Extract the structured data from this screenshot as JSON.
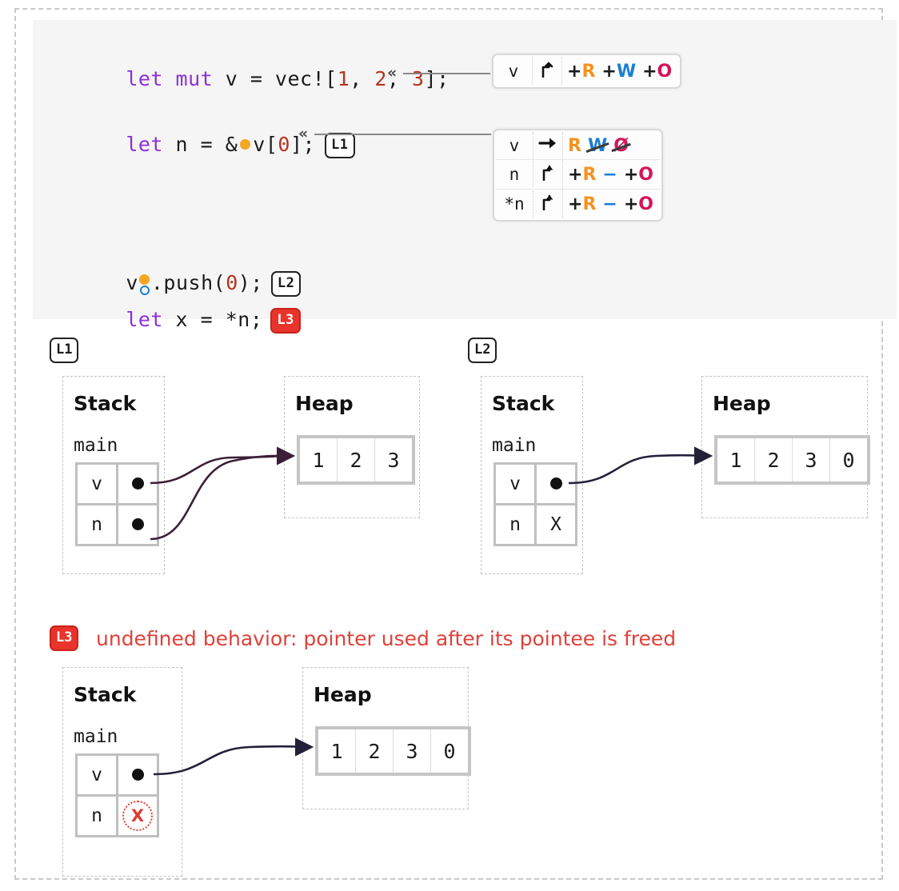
{
  "code": {
    "lines": [
      {
        "id": "line1",
        "segments": [
          {
            "t": "let mut",
            "c": "kw"
          },
          {
            "t": " v = vec![",
            "c": "plain"
          },
          {
            "t": "1",
            "c": "num"
          },
          {
            "t": ", ",
            "c": "plain"
          },
          {
            "t": "2",
            "c": "num"
          },
          {
            "t": ", ",
            "c": "plain"
          },
          {
            "t": "3",
            "c": "num"
          },
          {
            "t": "];",
            "c": "plain"
          }
        ]
      },
      {
        "id": "line2",
        "segments": [
          {
            "t": "let",
            "c": "kw"
          },
          {
            "t": " n = &",
            "c": "plain"
          },
          {
            "t": "DOT_ORANGE",
            "c": "marker"
          },
          {
            "t": "v[",
            "c": "plain"
          },
          {
            "t": "0",
            "c": "num"
          },
          {
            "t": "];",
            "c": "plain"
          }
        ],
        "badge": "L1"
      },
      {
        "id": "line3",
        "segments": [
          {
            "t": "v",
            "c": "plain"
          },
          {
            "t": "DOT_STACK",
            "c": "marker"
          },
          {
            "t": ".push(",
            "c": "plain"
          },
          {
            "t": "0",
            "c": "num"
          },
          {
            "t": ");",
            "c": "plain"
          }
        ],
        "badge": "L2"
      },
      {
        "id": "line4",
        "segments": [
          {
            "t": "let",
            "c": "kw"
          },
          {
            "t": " x = *n;",
            "c": "plain"
          }
        ],
        "badge": "L3"
      }
    ]
  },
  "permission_tables": [
    {
      "id": "table-line1",
      "rows": [
        {
          "name": "v",
          "arrow": "gain-arrow",
          "perms": [
            {
              "sign": "+",
              "letter": "R",
              "color": "#f5921e",
              "struck": false
            },
            {
              "sign": "+",
              "letter": "W",
              "color": "#1a7fd4",
              "struck": false
            },
            {
              "sign": "+",
              "letter": "O",
              "color": "#d4145a",
              "struck": false
            }
          ]
        }
      ]
    },
    {
      "id": "table-line2",
      "rows": [
        {
          "name": "v",
          "arrow": "right-arrow",
          "perms": [
            {
              "sign": "",
              "letter": "R",
              "color": "#f5921e",
              "struck": false
            },
            {
              "sign": "",
              "letter": "W",
              "color": "#1a7fd4",
              "struck": true
            },
            {
              "sign": "",
              "letter": "Ø",
              "color": "#d4145a",
              "struck": true
            }
          ]
        },
        {
          "name": "n",
          "arrow": "gain-arrow",
          "perms": [
            {
              "sign": "+",
              "letter": "R",
              "color": "#f5921e",
              "struck": false
            },
            {
              "sign": "",
              "letter": "−",
              "color": "#1a7fd4",
              "struck": false
            },
            {
              "sign": "+",
              "letter": "O",
              "color": "#d4145a",
              "struck": false
            }
          ]
        },
        {
          "name": "*n",
          "arrow": "gain-arrow",
          "perms": [
            {
              "sign": "+",
              "letter": "R",
              "color": "#f5921e",
              "struck": false
            },
            {
              "sign": "",
              "letter": "−",
              "color": "#1a7fd4",
              "struck": false
            },
            {
              "sign": "+",
              "letter": "O",
              "color": "#d4145a",
              "struck": false
            }
          ]
        }
      ]
    }
  ],
  "diagrams": [
    {
      "label": "L1",
      "stack_title": "Stack",
      "heap_title": "Heap",
      "frame_name": "main",
      "stack_rows": [
        {
          "name": "v",
          "value": "pointer"
        },
        {
          "name": "n",
          "value": "pointer"
        }
      ],
      "heap_cells": [
        "1",
        "2",
        "3"
      ]
    },
    {
      "label": "L2",
      "stack_title": "Stack",
      "heap_title": "Heap",
      "frame_name": "main",
      "stack_rows": [
        {
          "name": "v",
          "value": "pointer"
        },
        {
          "name": "n",
          "value": "X"
        }
      ],
      "heap_cells": [
        "1",
        "2",
        "3",
        "0"
      ]
    },
    {
      "label": "L3",
      "stack_title": "Stack",
      "heap_title": "Heap",
      "frame_name": "main",
      "stack_rows": [
        {
          "name": "v",
          "value": "pointer"
        },
        {
          "name": "n",
          "value": "invalid-X"
        }
      ],
      "heap_cells": [
        "1",
        "2",
        "3",
        "0"
      ],
      "error": "undefined behavior: pointer used after its pointee is freed"
    }
  ],
  "colors": {
    "keyword": "#8b2fd8",
    "number": "#b5341f",
    "read": "#f5921e",
    "write": "#1a7fd4",
    "own": "#d4145a",
    "error": "#e0413a",
    "badge_red": "#e8342b"
  }
}
